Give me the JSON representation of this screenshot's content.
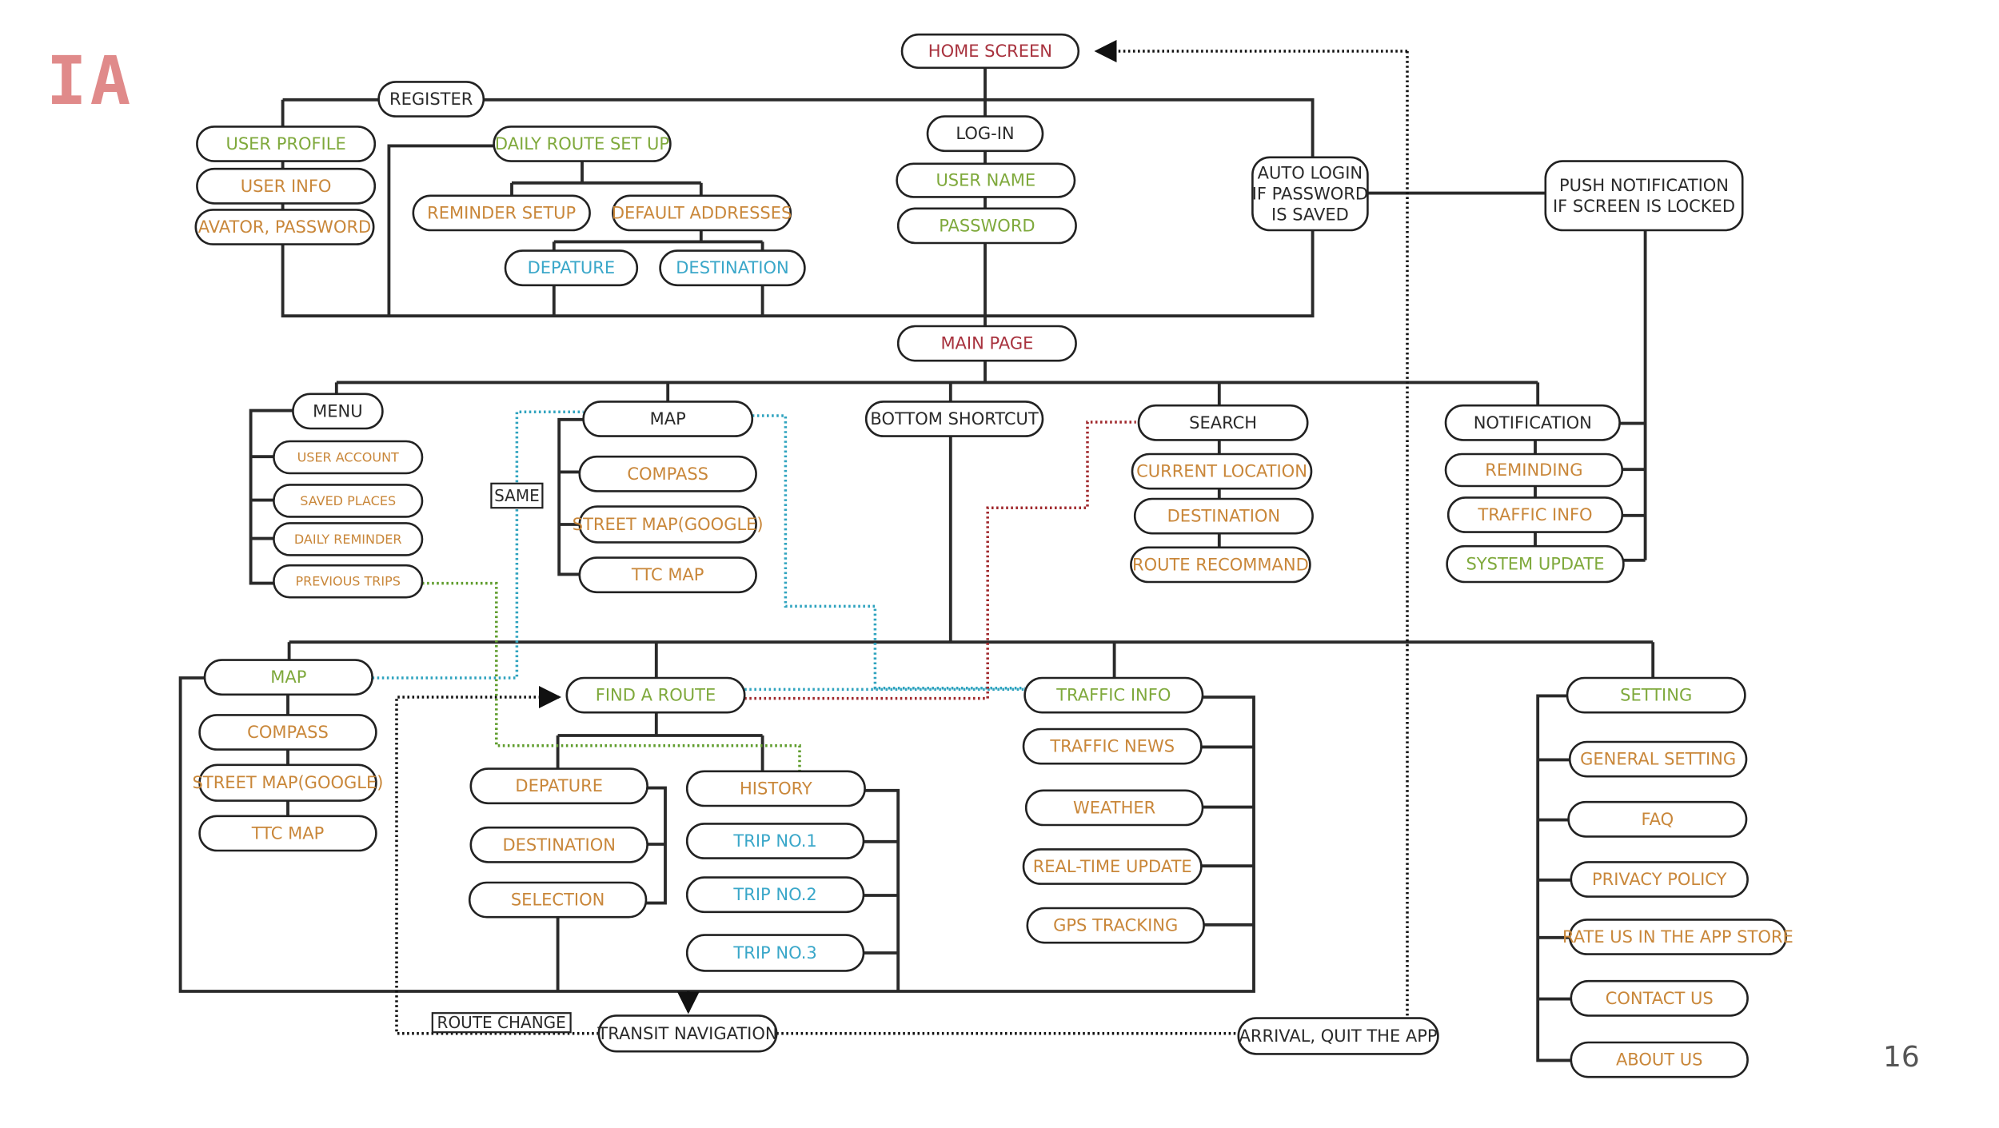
{
  "title": "IA",
  "page_number": "16",
  "colors": {
    "title": "#e08a8a",
    "red": "#a8323e",
    "green": "#7fa93c",
    "orange": "#c9873a",
    "blue": "#3aa7c9",
    "dark": "#2a2a2a",
    "teal_dot": "#2fa3bf",
    "green_dot": "#5f9c2c",
    "red_dot": "#a0282c",
    "black_dot": "#111111",
    "line": "#2a2a2a"
  },
  "nodes": [
    {
      "id": "home-screen",
      "label": "HOME SCREEN",
      "color": "red"
    },
    {
      "id": "register",
      "label": "REGISTER",
      "color": "dark"
    },
    {
      "id": "user-profile",
      "label": "USER PROFILE",
      "color": "green"
    },
    {
      "id": "user-info",
      "label": "USER INFO",
      "color": "orange"
    },
    {
      "id": "avatar-password",
      "label": "AVATOR, PASSWORD",
      "color": "orange"
    },
    {
      "id": "daily-route-setup",
      "label": "DAILY ROUTE SET UP",
      "color": "green"
    },
    {
      "id": "reminder-setup",
      "label": "REMINDER SETUP",
      "color": "orange"
    },
    {
      "id": "default-addresses",
      "label": "DEFAULT ADDRESSES",
      "color": "orange"
    },
    {
      "id": "reg-depature",
      "label": "DEPATURE",
      "color": "blue"
    },
    {
      "id": "reg-destination",
      "label": "DESTINATION",
      "color": "blue"
    },
    {
      "id": "log-in",
      "label": "LOG-IN",
      "color": "dark"
    },
    {
      "id": "user-name",
      "label": "USER NAME",
      "color": "green"
    },
    {
      "id": "password",
      "label": "PASSWORD",
      "color": "green"
    },
    {
      "id": "auto-login",
      "lines": [
        "AUTO LOGIN",
        "IF PASSWORD",
        "IS SAVED"
      ],
      "color": "dark"
    },
    {
      "id": "push-notification",
      "lines": [
        "PUSH NOTIFICATION",
        "IF SCREEN IS LOCKED"
      ],
      "color": "dark"
    },
    {
      "id": "main-page",
      "label": "MAIN PAGE",
      "color": "red"
    },
    {
      "id": "menu",
      "label": "MENU",
      "color": "dark"
    },
    {
      "id": "user-account",
      "label": "USER ACCOUNT",
      "color": "orange"
    },
    {
      "id": "saved-places",
      "label": "SAVED PLACES",
      "color": "orange"
    },
    {
      "id": "daily-reminder",
      "label": "DAILY REMINDER",
      "color": "orange"
    },
    {
      "id": "previous-trips",
      "label": "PREVIOUS TRIPS",
      "color": "orange"
    },
    {
      "id": "map-top",
      "label": "MAP",
      "color": "dark"
    },
    {
      "id": "compass-top",
      "label": "COMPASS",
      "color": "orange"
    },
    {
      "id": "street-map-top",
      "label": "STREET MAP(GOOGLE)",
      "color": "orange"
    },
    {
      "id": "ttc-map-top",
      "label": "TTC MAP",
      "color": "orange"
    },
    {
      "id": "bottom-shortcut",
      "label": "BOTTOM SHORTCUT",
      "color": "dark"
    },
    {
      "id": "search",
      "label": "SEARCH",
      "color": "dark"
    },
    {
      "id": "current-location",
      "label": "CURRENT LOCATION",
      "color": "orange"
    },
    {
      "id": "search-destination",
      "label": "DESTINATION",
      "color": "orange"
    },
    {
      "id": "route-recommand",
      "label": "ROUTE RECOMMAND",
      "color": "orange"
    },
    {
      "id": "notification",
      "label": "NOTIFICATION",
      "color": "dark"
    },
    {
      "id": "reminding",
      "label": "REMINDING",
      "color": "orange"
    },
    {
      "id": "notif-traffic-info",
      "label": "TRAFFIC INFO",
      "color": "orange"
    },
    {
      "id": "system-update",
      "label": "SYSTEM UPDATE",
      "color": "green"
    },
    {
      "id": "map-bottom",
      "label": "MAP",
      "color": "green"
    },
    {
      "id": "compass-bottom",
      "label": "COMPASS",
      "color": "orange"
    },
    {
      "id": "street-map-bottom",
      "label": "STREET MAP(GOOGLE)",
      "color": "orange"
    },
    {
      "id": "ttc-map-bottom",
      "label": "TTC MAP",
      "color": "orange"
    },
    {
      "id": "find-a-route",
      "label": "FIND A ROUTE",
      "color": "green"
    },
    {
      "id": "route-depature",
      "label": "DEPATURE",
      "color": "orange"
    },
    {
      "id": "route-destination",
      "label": "DESTINATION",
      "color": "orange"
    },
    {
      "id": "selection",
      "label": "SELECTION",
      "color": "orange"
    },
    {
      "id": "history",
      "label": "HISTORY",
      "color": "orange"
    },
    {
      "id": "trip-1",
      "label": "TRIP NO.1",
      "color": "blue"
    },
    {
      "id": "trip-2",
      "label": "TRIP NO.2",
      "color": "blue"
    },
    {
      "id": "trip-3",
      "label": "TRIP NO.3",
      "color": "blue"
    },
    {
      "id": "traffic-info",
      "label": "TRAFFIC INFO",
      "color": "green"
    },
    {
      "id": "traffic-news",
      "label": "TRAFFIC NEWS",
      "color": "orange"
    },
    {
      "id": "weather",
      "label": "WEATHER",
      "color": "orange"
    },
    {
      "id": "real-time-update",
      "label": "REAL-TIME UPDATE",
      "color": "orange"
    },
    {
      "id": "gps-tracking",
      "label": "GPS TRACKING",
      "color": "orange"
    },
    {
      "id": "setting",
      "label": "SETTING",
      "color": "green"
    },
    {
      "id": "general-setting",
      "label": "GENERAL SETTING",
      "color": "orange"
    },
    {
      "id": "faq",
      "label": "FAQ",
      "color": "orange"
    },
    {
      "id": "privacy-policy",
      "label": "PRIVACY POLICY",
      "color": "orange"
    },
    {
      "id": "rate-us",
      "label": "RATE US IN THE APP STORE",
      "color": "orange"
    },
    {
      "id": "contact-us",
      "label": "CONTACT US",
      "color": "orange"
    },
    {
      "id": "about-us",
      "label": "ABOUT US",
      "color": "orange"
    },
    {
      "id": "transit-navigation",
      "label": "TRANSIT NAVIGATION",
      "color": "dark"
    },
    {
      "id": "arrival-quit",
      "label": "ARRIVAL, QUIT THE APP",
      "color": "dark"
    }
  ],
  "tags": [
    {
      "id": "same",
      "label": "SAME"
    },
    {
      "id": "route-change",
      "label": "ROUTE CHANGE"
    }
  ]
}
